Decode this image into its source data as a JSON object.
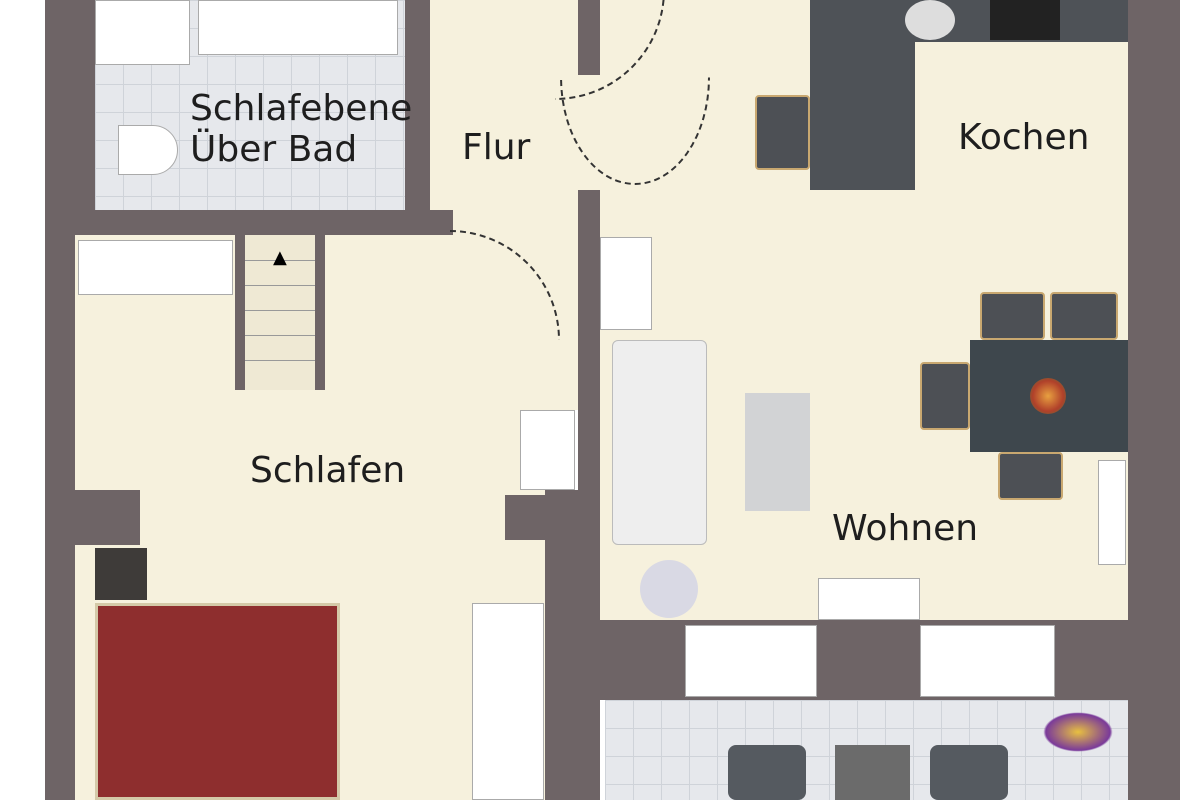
{
  "rooms": {
    "bath": {
      "line1": "Schlafebene",
      "line2": "Über Bad"
    },
    "hall": "Flur",
    "kitchen": "Kochen",
    "bedroom": "Schlafen",
    "living": "Wohnen"
  },
  "colors": {
    "wall": "#6e6466",
    "floor": "#f6f1dd",
    "bed": "#8e2e2e",
    "table": "#3e474d"
  }
}
